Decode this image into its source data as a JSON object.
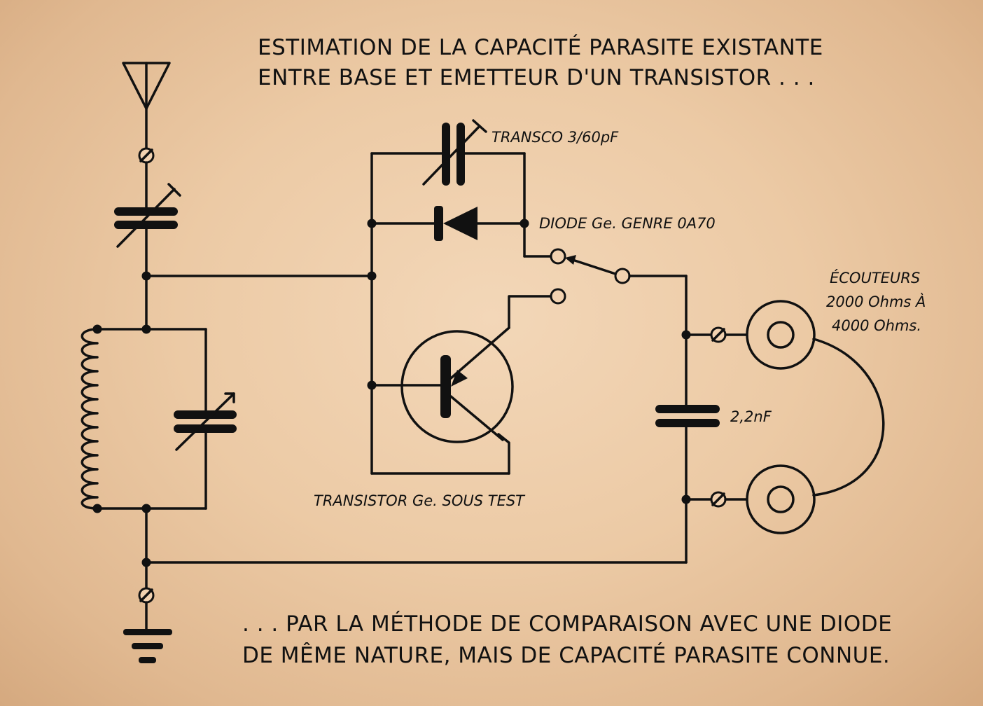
{
  "title": {
    "line1": "ESTIMATION DE LA CAPACITÉ PARASITE EXISTANTE",
    "line2": "ENTRE BASE ET EMETTEUR D'UN TRANSISTOR . . ."
  },
  "footer": {
    "line1": ". . . PAR LA MÉTHODE DE COMPARAISON AVEC UNE DIODE",
    "line2": "DE MÊME NATURE, MAIS DE CAPACITÉ PARASITE CONNUE."
  },
  "labels": {
    "trimmer": "TRANSCO 3/60pF",
    "diode": "DIODE Ge. GENRE 0A70",
    "transistor": "TRANSISTOR Ge. SOUS TEST",
    "headphones_1": "ÉCOUTEURS",
    "headphones_2": "2000 Ohms À",
    "headphones_3": "4000 Ohms.",
    "capacitor": "2,2nF"
  },
  "colors": {
    "ink": "#111111",
    "paper": "#eccaa5"
  }
}
